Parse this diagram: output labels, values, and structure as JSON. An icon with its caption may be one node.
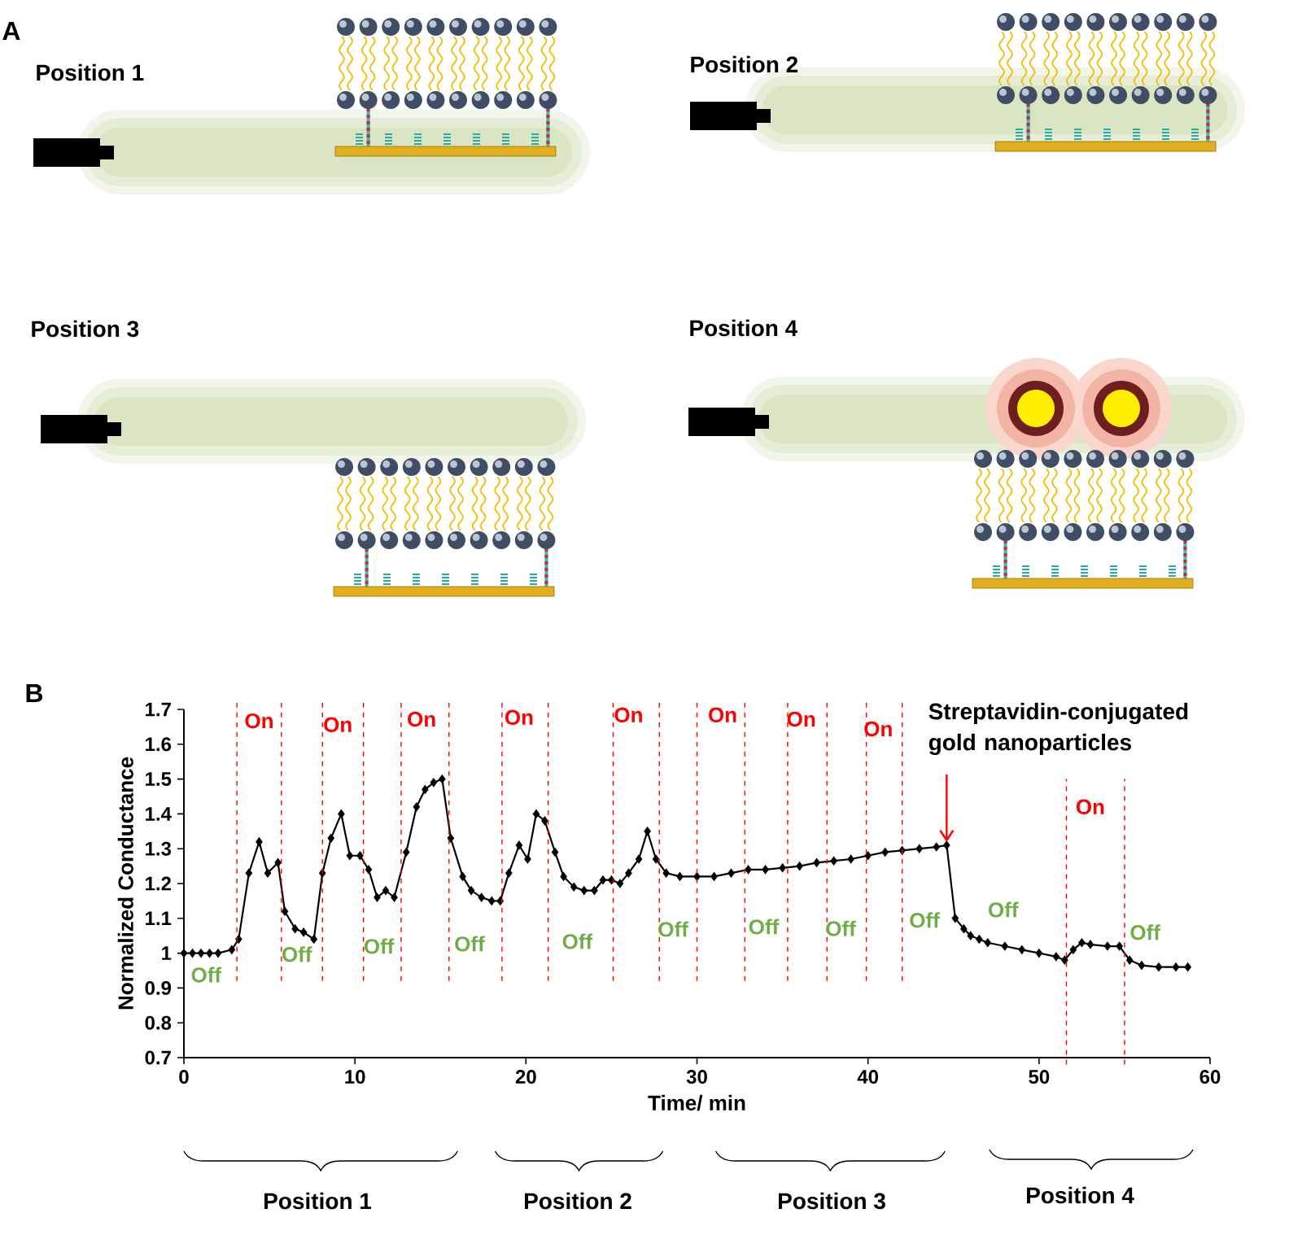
{
  "diagram": {
    "labels": [
      "A",
      "Position 1",
      "Position 2",
      "Position 3",
      "Position 4",
      "B",
      "Position 1",
      "Position 2",
      "Position 3",
      "Position 4"
    ],
    "chart_data": {
      "type": "line",
      "xlabel": "Time/ min",
      "ylabel": "Normalized Conductance",
      "xlim": [
        0,
        60
      ],
      "ylim": [
        0.7,
        1.7
      ],
      "xticks": [
        0,
        10,
        20,
        30,
        40,
        50,
        60
      ],
      "yticks": [
        0.7,
        0.8,
        0.9,
        1,
        1.1,
        1.2,
        1.3,
        1.4,
        1.5,
        1.6,
        1.7
      ],
      "x": [
        0,
        0.5,
        1,
        1.5,
        2,
        2.8,
        3.2,
        3.8,
        4.4,
        4.9,
        5.5,
        5.9,
        6.5,
        7,
        7.6,
        8.1,
        8.6,
        9.2,
        9.7,
        10.3,
        10.8,
        11.3,
        11.8,
        12.3,
        13,
        13.6,
        14.1,
        14.6,
        15.1,
        15.6,
        16.3,
        16.8,
        17.4,
        18,
        18.5,
        19,
        19.6,
        20.1,
        20.6,
        21.1,
        21.7,
        22.2,
        22.8,
        23.4,
        24,
        24.5,
        25,
        25.5,
        26,
        26.6,
        27.1,
        27.6,
        28.2,
        29,
        30,
        31,
        32,
        33,
        34,
        35,
        36,
        37,
        38,
        39,
        40,
        41,
        42,
        43,
        44,
        44.6,
        45.1,
        45.6,
        46,
        46.5,
        47,
        48,
        49,
        50,
        51,
        51.5,
        52,
        52.5,
        53,
        54,
        54.7,
        55.3,
        56,
        57,
        58,
        58.7
      ],
      "series": [
        {
          "color": "#000000",
          "marker": "diamond",
          "values": [
            1.0,
            1.0,
            1.0,
            1.0,
            1.0,
            1.01,
            1.04,
            1.23,
            1.32,
            1.23,
            1.26,
            1.12,
            1.07,
            1.06,
            1.04,
            1.23,
            1.33,
            1.4,
            1.28,
            1.28,
            1.24,
            1.16,
            1.18,
            1.16,
            1.29,
            1.42,
            1.47,
            1.49,
            1.5,
            1.33,
            1.22,
            1.18,
            1.16,
            1.15,
            1.15,
            1.23,
            1.31,
            1.27,
            1.4,
            1.38,
            1.29,
            1.22,
            1.19,
            1.18,
            1.18,
            1.21,
            1.21,
            1.2,
            1.23,
            1.27,
            1.35,
            1.27,
            1.23,
            1.22,
            1.22,
            1.22,
            1.23,
            1.24,
            1.24,
            1.245,
            1.25,
            1.26,
            1.265,
            1.27,
            1.28,
            1.29,
            1.295,
            1.3,
            1.305,
            1.31,
            1.1,
            1.07,
            1.05,
            1.04,
            1.03,
            1.02,
            1.01,
            1.0,
            0.99,
            0.98,
            1.01,
            1.03,
            1.025,
            1.02,
            1.02,
            0.98,
            0.965,
            0.96,
            0.96,
            0.96
          ]
        }
      ],
      "ref_lines": [
        {
          "axis": "x",
          "value": 3.1,
          "color": "#ff0000"
        },
        {
          "axis": "x",
          "value": 5.7,
          "color": "#ff0000"
        },
        {
          "axis": "x",
          "value": 8.1,
          "color": "#ff0000"
        },
        {
          "axis": "x",
          "value": 10.5,
          "color": "#ff0000"
        },
        {
          "axis": "x",
          "value": 12.7,
          "color": "#ff0000"
        },
        {
          "axis": "x",
          "value": 15.5,
          "color": "#ff0000"
        },
        {
          "axis": "x",
          "value": 18.6,
          "color": "#ff0000"
        },
        {
          "axis": "x",
          "value": 21.3,
          "color": "#ff0000"
        },
        {
          "axis": "x",
          "value": 25.1,
          "color": "#ff0000"
        },
        {
          "axis": "x",
          "value": 27.8,
          "color": "#ff0000"
        },
        {
          "axis": "x",
          "value": 30.0,
          "color": "#ff0000"
        },
        {
          "axis": "x",
          "value": 32.8,
          "color": "#ff0000"
        },
        {
          "axis": "x",
          "value": 35.3,
          "color": "#ff0000"
        },
        {
          "axis": "x",
          "value": 37.6,
          "color": "#ff0000"
        },
        {
          "axis": "x",
          "value": 39.9,
          "color": "#ff0000"
        },
        {
          "axis": "x",
          "value": 42.0,
          "color": "#ff0000"
        },
        {
          "axis": "x",
          "value": 51.6,
          "color": "#ff0000"
        },
        {
          "axis": "x",
          "value": 55.0,
          "color": "#ff0000"
        }
      ],
      "annotations": [
        "On",
        "On",
        "On",
        "On",
        "On",
        "On",
        "On",
        "On",
        "On",
        "Off",
        "Off",
        "Off",
        "Off",
        "Off",
        "Off",
        "Off",
        "Off",
        "Off",
        "Off",
        "Off",
        {
          "text": "Streptavidin-conjugated gold nanoparticles",
          "x": 44.6,
          "y": 1.31
        }
      ]
    }
  }
}
